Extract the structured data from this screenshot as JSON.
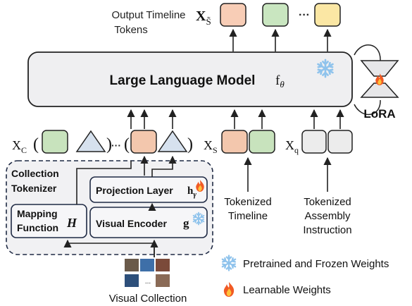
{
  "output": {
    "label_line1": "Output Timeline",
    "label_line2": "Tokens",
    "symbol_main": "X",
    "symbol_sub": "S̃",
    "ellipsis": "···"
  },
  "llm": {
    "title": "Large Language Model",
    "func_main": "f",
    "func_sub": "θ"
  },
  "lora": {
    "label": "LoRA"
  },
  "tokens": {
    "xc_main": "X",
    "xc_sub": "C",
    "xs_main": "X",
    "xs_sub": "S",
    "xq_main": "X",
    "xq_sub": "q",
    "paren_open": "(",
    "paren_close": ")",
    "ellipsis": "···"
  },
  "collection_tokenizer": {
    "title_line1": "Collection",
    "title_line2": "Tokenizer"
  },
  "projection_layer": {
    "label": "Projection Layer",
    "symbol_main": "h",
    "symbol_sub": "γ"
  },
  "mapping_function": {
    "label_line1": "Mapping",
    "label_line2": "Function",
    "symbol": "H"
  },
  "visual_encoder": {
    "label": "Visual Encoder",
    "symbol": "g"
  },
  "inputs": {
    "timeline_line1": "Tokenized",
    "timeline_line2": "Timeline",
    "instruction_line1": "Tokenized",
    "instruction_line2": "Assembly",
    "instruction_line3": "Instruction"
  },
  "visual_collection": {
    "label": "Visual Collection",
    "ellipsis": "..."
  },
  "legend": {
    "frozen_label": "Pretrained and Frozen Weights",
    "learnable_label": "Learnable Weights"
  },
  "colors": {
    "output_orange": "#f8cdb6",
    "output_green": "#c9e6c0",
    "output_yellow": "#fbe7a4",
    "token_orange": "#f3c7ad",
    "token_green": "#c8e3bd",
    "token_gray": "#ececec",
    "triangle_blue": "#d6e1ee",
    "llm_fill": "#efeff1",
    "snowflake": "#8fc3ec",
    "fire_outer": "#f15a24",
    "fire_inner": "#ffc23a",
    "box_border": "#1f2a44"
  }
}
